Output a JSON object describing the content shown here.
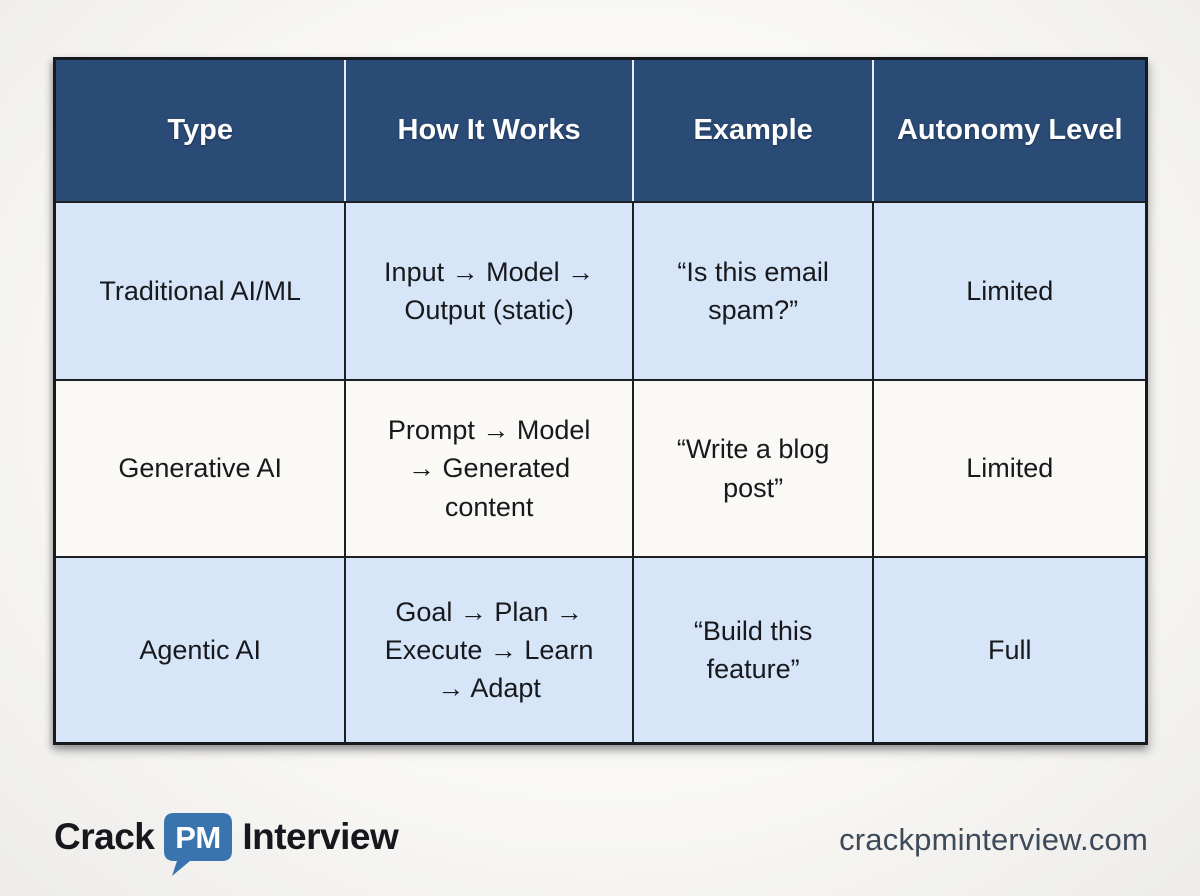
{
  "chart_data": {
    "type": "table",
    "columns": [
      "Type",
      "How It Works",
      "Example",
      "Autonomy Level"
    ],
    "rows": [
      [
        "Traditional AI/ML",
        "Input → Model → Output (static)",
        "“Is this email spam?”",
        "Limited"
      ],
      [
        "Generative AI",
        "Prompt → Model → Generated content",
        "“Write a blog post”",
        "Limited"
      ],
      [
        "Agentic AI",
        "Goal → Plan → Execute → Learn → Adapt",
        "“Build this feature”",
        "Full"
      ]
    ]
  },
  "footer": {
    "brand_part1": "Crack",
    "brand_badge": "PM",
    "brand_part2": "Interview",
    "website": "crackpminterview.com"
  },
  "colors": {
    "header_bg": "#2a4b76",
    "row_light_blue": "#d6e5f8",
    "row_off_white": "#faf9f6",
    "table_border": "#1d2025",
    "badge_blue": "#3a74ae",
    "page_bg": "#f6f5f2",
    "logo_text": "#16181d",
    "website_text": "#3d4a5a"
  }
}
